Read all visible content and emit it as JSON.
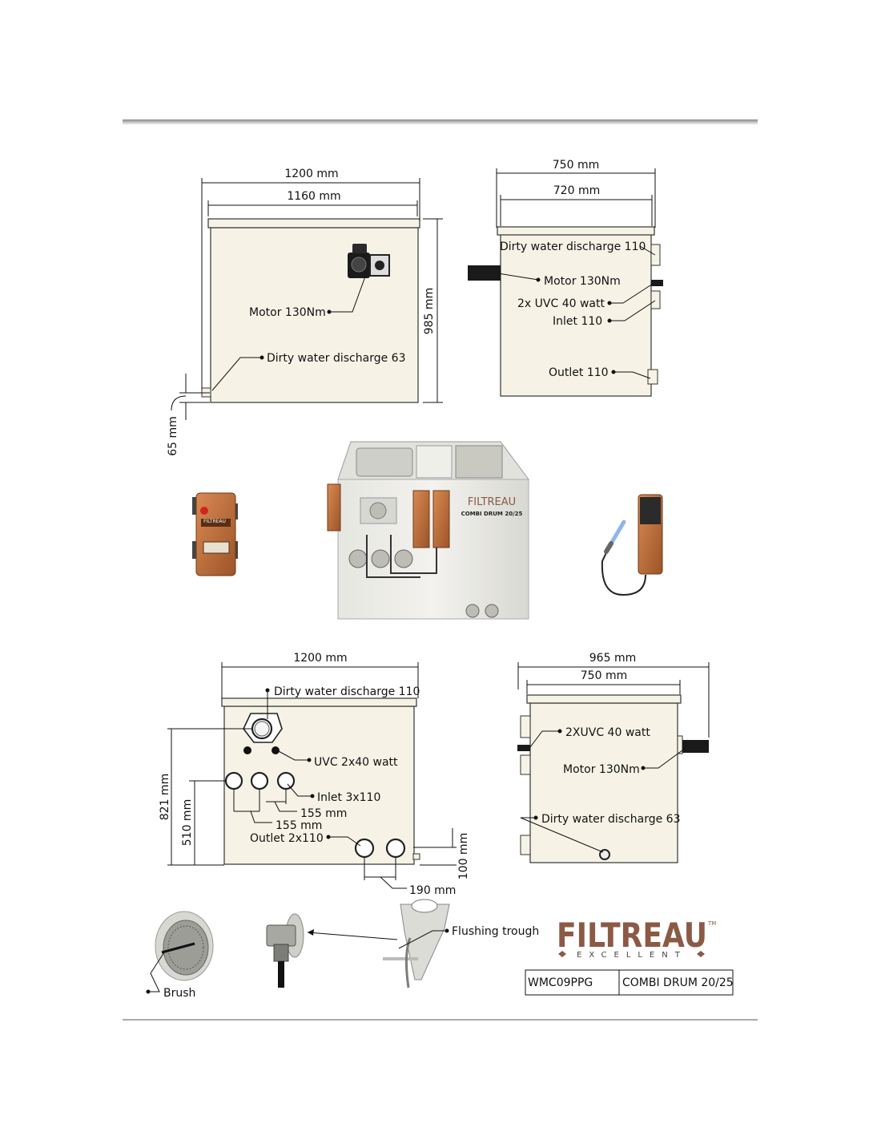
{
  "drawing1": {
    "dim_width_outer": "1200 mm",
    "dim_width_inner": "1160 mm",
    "dim_height": "985 mm",
    "dim_offset": "65 mm",
    "label_motor": "Motor 130Nm",
    "label_discharge": "Dirty water discharge 63"
  },
  "drawing2": {
    "dim_width_outer": "750 mm",
    "dim_width_inner": "720 mm",
    "label_discharge": "Dirty water discharge 110",
    "label_motor": "Motor 130Nm",
    "label_uvc": "2x UVC 40 watt",
    "label_inlet": "Inlet 110",
    "label_outlet": "Outlet 110"
  },
  "product": {
    "brand": "FILTREAU",
    "model": "COMBI DRUM 20/25"
  },
  "drawing3": {
    "dim_width": "1200 mm",
    "dim_height_total": "821 mm",
    "dim_height_inlet": "510 mm",
    "dim_outlet_height": "100 mm",
    "dim_spacing_1": "155 mm",
    "dim_spacing_2": "155 mm",
    "dim_outlet_spacing": "190 mm",
    "label_discharge": "Dirty water discharge 110",
    "label_uvc": "UVC 2x40 watt",
    "label_inlet": "Inlet 3x110",
    "label_outlet": "Outlet 2x110"
  },
  "drawing4": {
    "dim_width_outer": "965 mm",
    "dim_width_inner": "750 mm",
    "label_uvc": "2XUVC 40 watt",
    "label_motor": "Motor 130Nm",
    "label_discharge": "Dirty water discharge 63"
  },
  "details": {
    "label_brush": "Brush",
    "label_flushing": "Flushing trough"
  },
  "logo": {
    "brand": "FILTREAU",
    "tagline": "EXCELLENT",
    "tm": "TM"
  },
  "table": {
    "code": "WMC09PPG",
    "name": "COMBI DRUM 20/25"
  },
  "colors": {
    "brand": "#8b5a45",
    "tank": "#f6f3e6",
    "copper": "#c9763f"
  }
}
